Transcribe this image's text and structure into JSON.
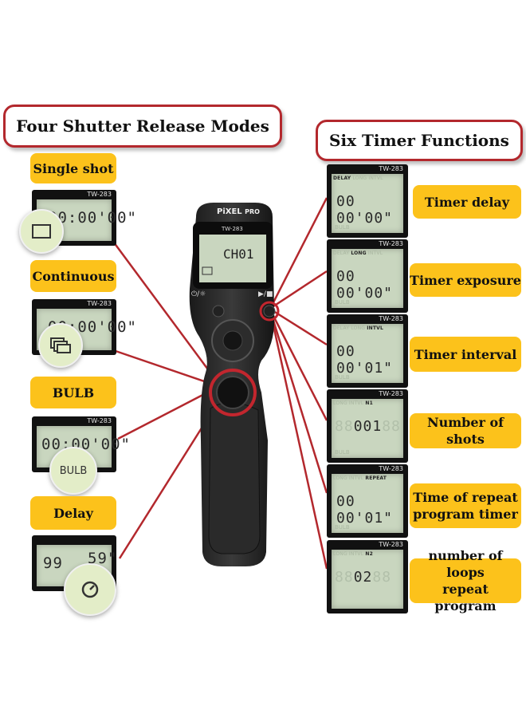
{
  "headings": {
    "left": "Four Shutter Release Modes",
    "right": "Six Timer Functions"
  },
  "model": "TW-283",
  "remote": {
    "brand": "PiXEL",
    "brand_suffix": "PRO",
    "model": "TW-283",
    "display": "CH01",
    "icons": {
      "power": "⏻/☼",
      "play": "▶/■"
    }
  },
  "modes": [
    {
      "label": "Single shot",
      "digits": "00:00'00\"",
      "icon": "single-frame-icon"
    },
    {
      "label": "Continuous",
      "digits": "00:00'00\"",
      "icon": "stacked-frames-icon"
    },
    {
      "label": "BULB",
      "digits": "00:00'00\"",
      "badge": "BULB"
    },
    {
      "label": "Delay",
      "digits_left": "99",
      "digits_right": "59\"",
      "icon": "timer-icon"
    }
  ],
  "timers": [
    {
      "label": "Timer delay",
      "active": "DELAY",
      "digits": "00 00'00\""
    },
    {
      "label": "Timer exposure",
      "active": "LONG",
      "digits": "00 00'00\""
    },
    {
      "label": "Timer interval",
      "active": "INTVL",
      "digits": "00 00'01\""
    },
    {
      "label": "Number of shots",
      "active": "N1",
      "digits_ghost_l": "88",
      "digits": "001",
      "digits_ghost_r": "88"
    },
    {
      "label_line1": "Time of repeat",
      "label_line2": "program timer",
      "active": "REPEAT",
      "digits": "00 00'01\""
    },
    {
      "label_line1": "number of loops",
      "label_line2": "repeat program",
      "active": "N2",
      "digits_ghost_l": "88",
      "digits": "02",
      "digits_ghost_r": "88"
    }
  ],
  "lcd_modes": [
    "DELAY",
    "LONG",
    "INTVL",
    "N1",
    "REPEAT",
    "N2"
  ],
  "lcd_bottom": "BULB",
  "colors": {
    "accent_red": "#b3282d",
    "label_yellow": "#fcc21b",
    "lcd_green": "#c9d6bf"
  }
}
